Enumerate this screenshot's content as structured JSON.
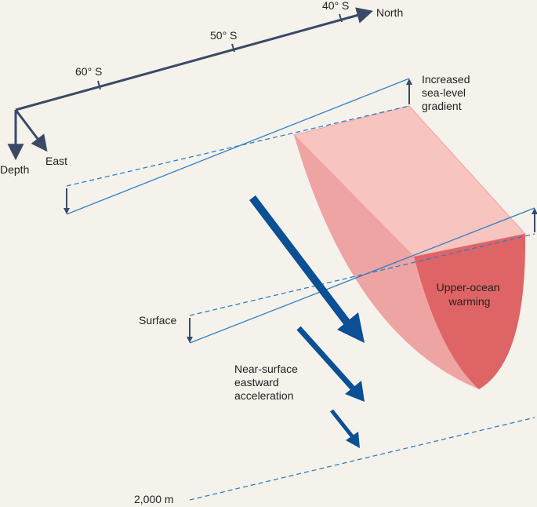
{
  "axes": {
    "north": "North",
    "east": "East",
    "depth": "Depth",
    "lat_40": "40° S",
    "lat_50": "50° S",
    "lat_60": "60° S"
  },
  "labels": {
    "gradient_line1": "Increased",
    "gradient_line2": "sea-level",
    "gradient_line3": "gradient",
    "surface": "Surface",
    "warming_line1": "Upper-ocean",
    "warming_line2": "warming",
    "accel_line1": "Near-surface",
    "accel_line2": "eastward",
    "accel_line3": "acceleration",
    "depth_2000": "2,000 m"
  },
  "colors": {
    "background": "#f5f2ec",
    "axis": "#3a4a66",
    "sea_level_line": "#2f7fc1",
    "flow_arrow": "#0b4f95",
    "warming_top": "#f8c4c0",
    "warming_side": "#ee9b9c",
    "warming_front": "#df6466"
  }
}
